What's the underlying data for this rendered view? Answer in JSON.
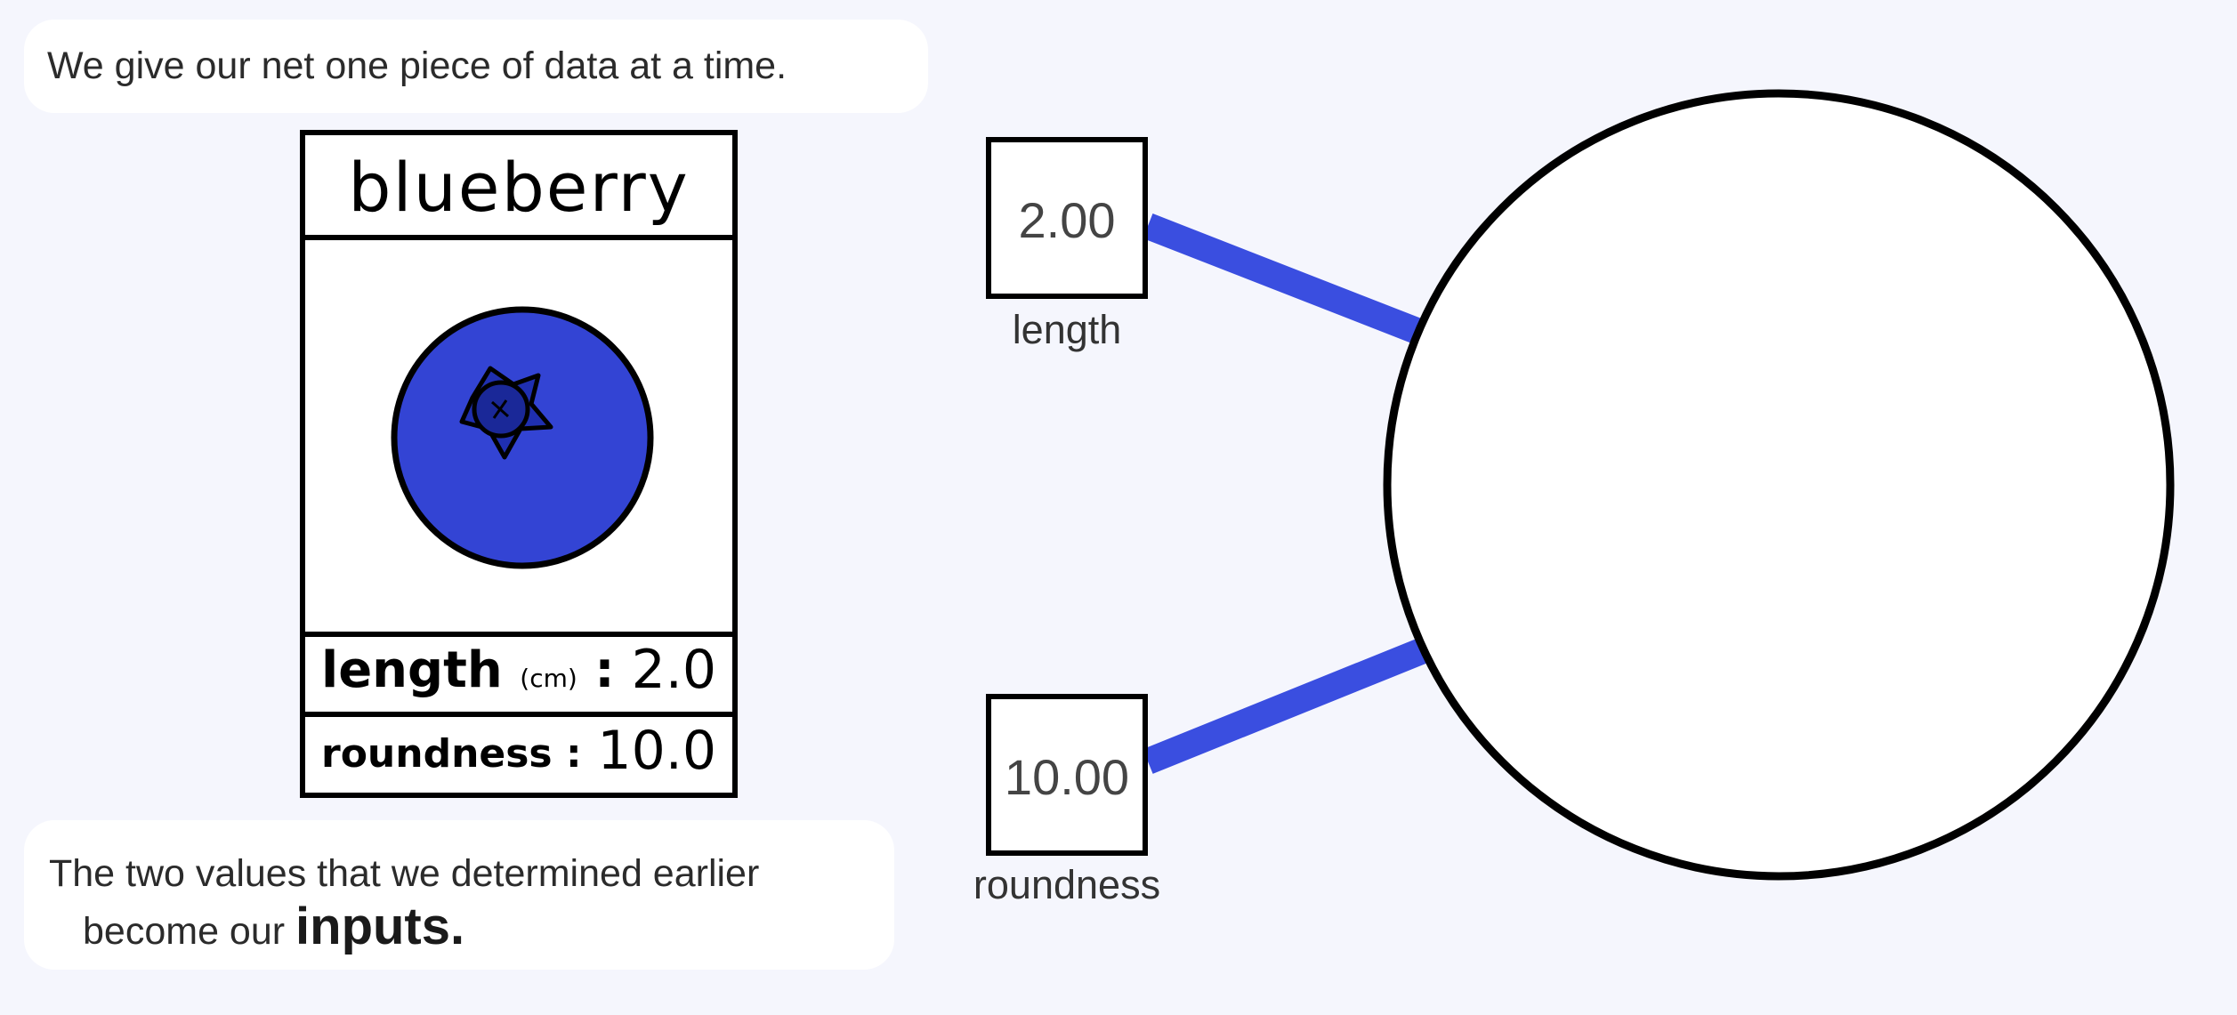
{
  "intro_text": "We give our net one piece of data at a time.",
  "card": {
    "fruit_name": "blueberry",
    "length_label": "length",
    "length_unit": "(cm)",
    "length_colon": ":",
    "length_value": "2.0",
    "roundness_label": "roundness",
    "roundness_colon": ":",
    "roundness_value": "10.0"
  },
  "inputs": [
    {
      "value": "2.00",
      "label": "length"
    },
    {
      "value": "10.00",
      "label": "roundness"
    }
  ],
  "caption": {
    "line1": "The two values that we determined earlier",
    "line2_prefix": "become our ",
    "line2_bold": "inputs."
  },
  "colors": {
    "background": "#f5f6fd",
    "connection": "#3a4ee0",
    "blueberry": "#3344d4",
    "blueberry_crown": "#1f2fb0"
  }
}
